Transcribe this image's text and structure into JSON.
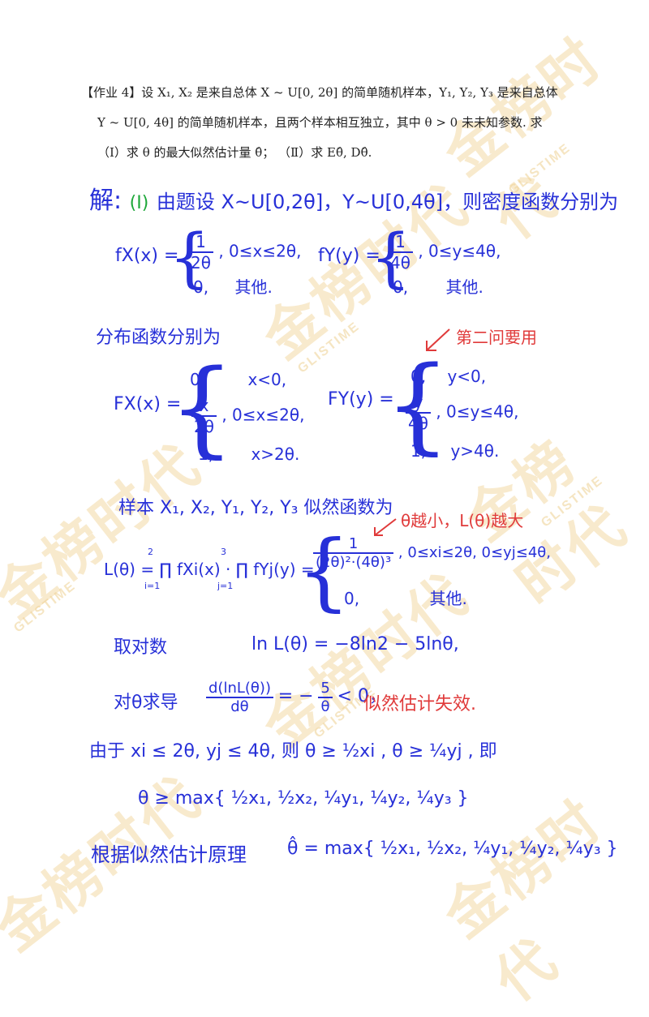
{
  "watermark": {
    "text": "金榜时代",
    "sub": "GLISTIME"
  },
  "problem": {
    "line1": "【作业 4】设 X₁, X₂ 是来自总体 X ~ U[0, 2θ] 的简单随机样本，Y₁, Y₂, Y₃ 是来自总体",
    "line2": "Y ~ U[0, 4θ] 的简单随机样本，且两个样本相互独立，其中 θ > 0 未未知参数. 求",
    "line3": "（Ⅰ）求 θ 的最大似然估计量 θ̂；   （Ⅱ）求 Eθ̂, Dθ̂."
  },
  "solution": {
    "intro_label": "解:",
    "part_label": "(I)",
    "intro_text": "由题设 X~U[0,2θ]，Y~U[0,4θ]，则密度函数分别为",
    "fx_lhs": "fX(x) =",
    "fx_c1_num": "1",
    "fx_c1_den": "2θ",
    "fx_c1_cond": ", 0≤x≤2θ,",
    "fx_c2": "0,",
    "fx_c2_cond": "其他.",
    "fy_lhs": "fY(y) =",
    "fy_c1_num": "1",
    "fy_c1_den": "4θ",
    "fy_c1_cond": ",   0≤y≤4θ,",
    "fy_c2": "0,",
    "fy_c2_cond": "其他.",
    "dist_text": "分布函数分别为",
    "note_part2": "第二问要用",
    "Fx_lhs": "FX(x) =",
    "Fx_c1": "0,",
    "Fx_c1_cond": "x<0,",
    "Fx_c2_num": "x",
    "Fx_c2_den": "2θ",
    "Fx_c2_cond": ",  0≤x≤2θ,",
    "Fx_c3": "1,",
    "Fx_c3_cond": "x>2θ.",
    "Fy_lhs": "FY(y) =",
    "Fy_c1": "0,",
    "Fy_c1_cond": "y<0,",
    "Fy_c2_num": "y",
    "Fy_c2_den": "4θ",
    "Fy_c2_cond": ", 0≤y≤4θ,",
    "Fy_c3": "1,",
    "Fy_c3_cond": "y>4θ.",
    "likelihood_text": "样本 X₁, X₂, Y₁, Y₂, Y₃ 似然函数为",
    "note_theta": "θ越小，L(θ)越大",
    "L_lhs": "L(θ) = ∏ fXi(x) · ∏ fYj(y) =",
    "L_prod1_top": "2",
    "L_prod1_bot": "i=1",
    "L_prod2_top": "3",
    "L_prod2_bot": "j=1",
    "L_c1_num": "1",
    "L_c1_den": "(2θ)²·(4θ)³",
    "L_c1_cond": ",  0≤xi≤2θ, 0≤yj≤4θ,",
    "L_c2": "0,",
    "L_c2_cond": "其他.",
    "log_label": "取对数",
    "log_eq": "ln L(θ) = −8ln2 − 5lnθ,",
    "deriv_label": "对θ求导",
    "deriv_num": "d(lnL(θ))",
    "deriv_den": "dθ",
    "deriv_eq_mid": "= −",
    "deriv_frac_num": "5",
    "deriv_frac_den": "θ",
    "deriv_rhs": "< 0，",
    "note_fail": "似然估计失效.",
    "since_text": "由于  xi ≤ 2θ, yj ≤ 4θ, 则  θ ≥ ½xi ,  θ ≥ ¼yj , 即",
    "max_text": "θ ≥ max{ ½x₁, ½x₂, ¼y₁, ¼y₂, ¼y₃ }",
    "conclusion_label": "根据似然估计原理",
    "conclusion_eq": "θ̂ = max{ ½x₁, ½x₂, ¼y₁, ¼y₂, ¼y₃ }"
  },
  "colors": {
    "ink_blue": "#2730d8",
    "ink_red": "#e03a3a",
    "ink_green": "#1ea83a",
    "print": "#222222",
    "watermark": "#f3d9a6"
  }
}
